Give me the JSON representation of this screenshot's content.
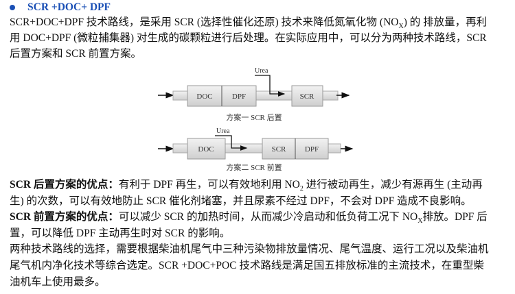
{
  "heading": "SCR +DOC+ DPF",
  "intro_lines": [
    [
      {
        "t": "SCR+DOC+DPF 技术路线，是采用 SCR (选择性催化还原) 技术来降低氮氧化物 (NO"
      },
      {
        "t": "X",
        "sub": true
      },
      {
        "t": ") 的 排放量，再利"
      }
    ],
    [
      {
        "t": "用 DOC+DPF (微粒捕集器) 对生成的碳颗粒进行后处理。在实际应用中，可以分为两种技术路线，SCR"
      }
    ],
    [
      {
        "t": "后置方案和 SCR 前置方案。"
      }
    ]
  ],
  "diagram": {
    "scheme1": {
      "caption": "方案一 SCR 后置",
      "box1_left": "DOC",
      "box1_right": "DPF",
      "box2": "SCR",
      "urea": "Urea"
    },
    "scheme2": {
      "caption": "方案二 SCR 前置",
      "box1": "DOC",
      "box2_left": "SCR",
      "box2_right": "DPF",
      "urea": "Urea"
    }
  },
  "body_lines": [
    [
      {
        "t": "SCR 后置方案的优点：",
        "b": true
      },
      {
        "t": "有利于 DPF 再生，可以有效地利用 NO"
      },
      {
        "t": "2",
        "sub": true
      },
      {
        "t": " 进行被动再生，减少有源再生 (主动再"
      }
    ],
    [
      {
        "t": "生) 的次数，可以有效地防止 SCR 催化剂堵塞，并且尿素不经过 DPF，不会对 DPF 造成不良影响。"
      }
    ],
    [
      {
        "t": "SCR 前置方案的优点：",
        "b": true
      },
      {
        "t": "可以减少 SCR 的加热时间，从而减少冷启动和低负荷工况下 NO"
      },
      {
        "t": "X",
        "sub": true
      },
      {
        "t": "排放。DPF 后"
      }
    ],
    [
      {
        "t": "置，可以降低 DPF 主动再生时对 SCR 的影响。"
      }
    ],
    [
      {
        "t": "两种技术路线的选择，需要根据柴油机尾气中三种污染物排放量情况、尾气温度、运行工况以及柴油机"
      }
    ],
    [
      {
        "t": "尾气机内净化技术等综合选定。SCR +DOC+POC 技术路线是满足国五排放标准的主流技术，在重型柴"
      }
    ],
    [
      {
        "t": "油机车上使用最多。"
      }
    ]
  ]
}
